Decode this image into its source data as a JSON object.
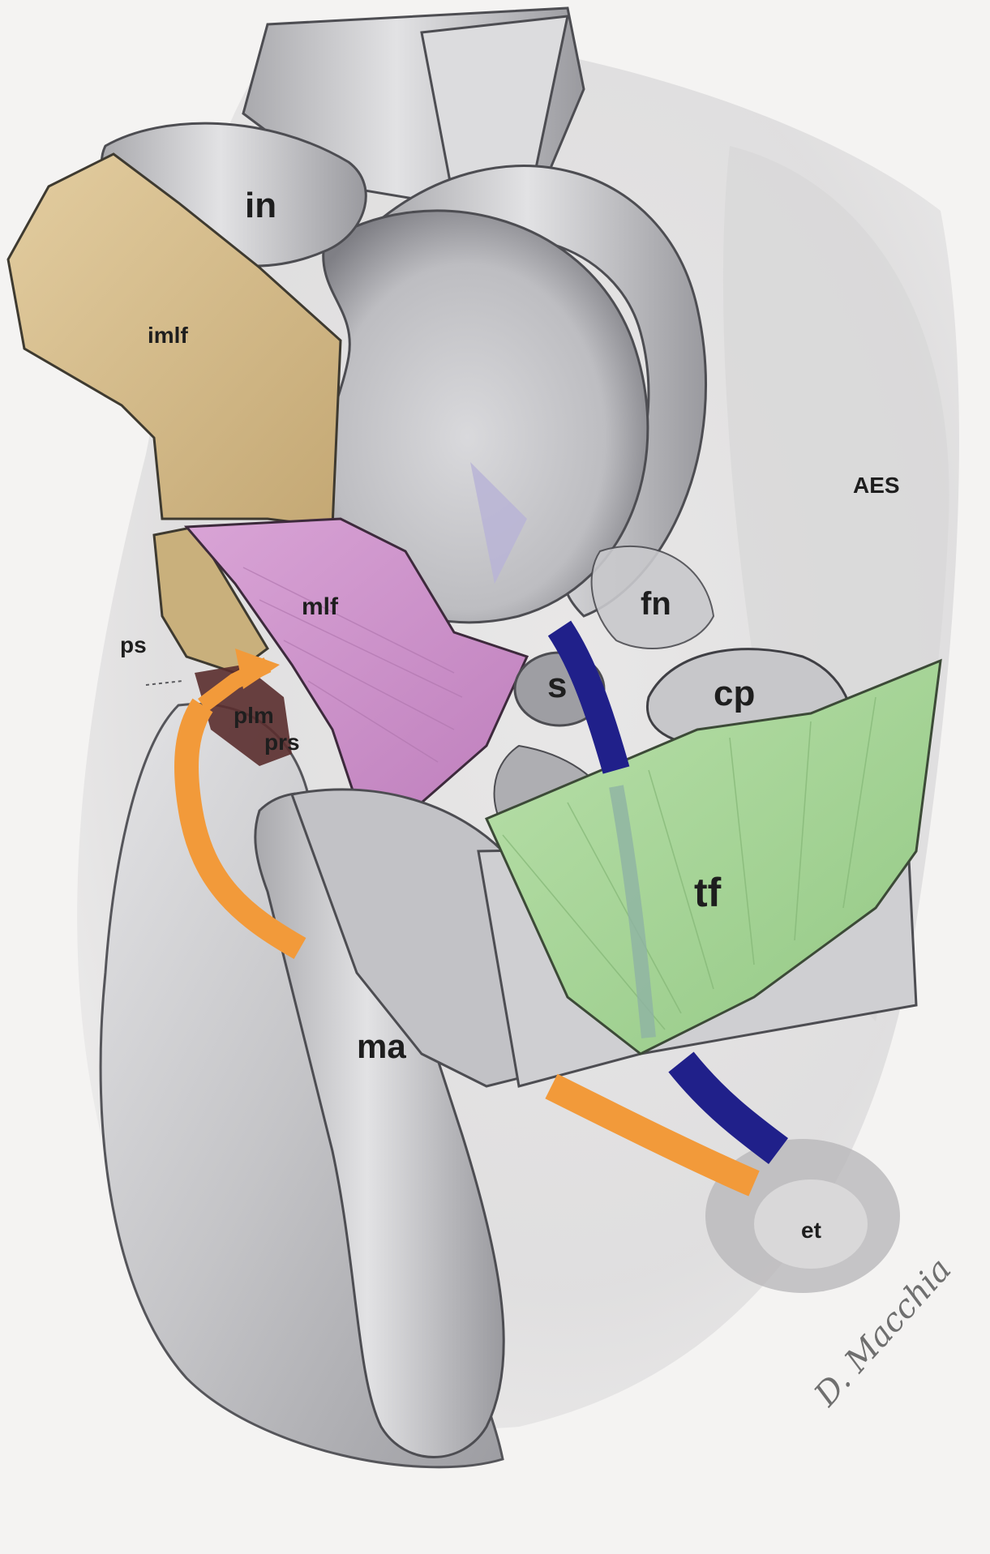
{
  "figure": {
    "labels": {
      "in": "in",
      "imlf": "imlf",
      "mlf": "mlf",
      "ps": "ps",
      "plm": "plm",
      "prs": "prs",
      "s": "s",
      "fn": "fn",
      "cp": "cp",
      "tf": "tf",
      "AES": "AES",
      "ma": "ma",
      "et": "et"
    },
    "signature": "D. Macchia"
  },
  "colors": {
    "background": "#f4f3f2",
    "bone": "#c9c9cb",
    "bone_shadow": "#8a8a8e",
    "imlf": "#d8c090",
    "mlf": "#cf92cc",
    "tf": "#a9d699",
    "nerve_blue": "#20208a",
    "nerve_orange": "#f29a3a",
    "plm_dark": "#5a2d2d"
  }
}
